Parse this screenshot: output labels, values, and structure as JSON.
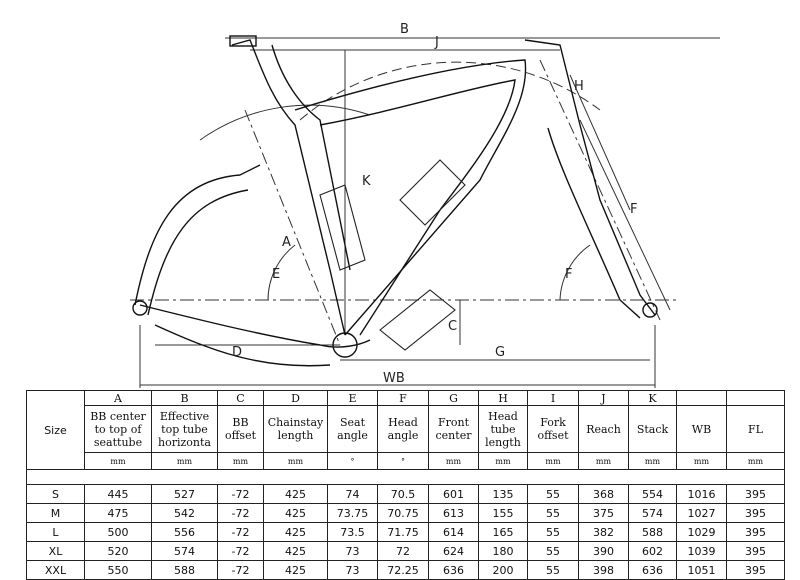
{
  "dimension_labels": {
    "A": "A",
    "B": "B",
    "C": "C",
    "D": "D",
    "E": "E",
    "F": "F",
    "G": "G",
    "H": "H",
    "J": "J",
    "K": "K",
    "WB": "WB",
    "FL": "FL"
  },
  "table": {
    "size_header": "Size",
    "columns": [
      {
        "letter": "A",
        "name": "BB center to top of seattube",
        "unit": "mm"
      },
      {
        "letter": "B",
        "name": "Effective top tube horizonta",
        "unit": "mm"
      },
      {
        "letter": "C",
        "name": "BB offset",
        "unit": "mm"
      },
      {
        "letter": "D",
        "name": "Chainstay length",
        "unit": "mm"
      },
      {
        "letter": "E",
        "name": "Seat angle",
        "unit": "°"
      },
      {
        "letter": "F",
        "name": "Head angle",
        "unit": "°"
      },
      {
        "letter": "G",
        "name": "Front center",
        "unit": "mm"
      },
      {
        "letter": "H",
        "name": "Head tube length",
        "unit": "mm"
      },
      {
        "letter": "I",
        "name": "Fork offset",
        "unit": "mm"
      },
      {
        "letter": "J",
        "name": "Reach",
        "unit": "mm"
      },
      {
        "letter": "K",
        "name": "Stack",
        "unit": "mm"
      },
      {
        "letter": "",
        "name": "WB",
        "unit": "mm"
      },
      {
        "letter": "",
        "name": "FL",
        "unit": "mm"
      }
    ],
    "rows": [
      {
        "size": "S",
        "values": [
          "445",
          "527",
          "-72",
          "425",
          "74",
          "70.5",
          "601",
          "135",
          "55",
          "368",
          "554",
          "1016",
          "395"
        ]
      },
      {
        "size": "M",
        "values": [
          "475",
          "542",
          "-72",
          "425",
          "73.75",
          "70.75",
          "613",
          "155",
          "55",
          "375",
          "574",
          "1027",
          "395"
        ]
      },
      {
        "size": "L",
        "values": [
          "500",
          "556",
          "-72",
          "425",
          "73.5",
          "71.75",
          "614",
          "165",
          "55",
          "382",
          "588",
          "1029",
          "395"
        ]
      },
      {
        "size": "XL",
        "values": [
          "520",
          "574",
          "-72",
          "425",
          "73",
          "72",
          "624",
          "180",
          "55",
          "390",
          "602",
          "1039",
          "395"
        ]
      },
      {
        "size": "XXL",
        "values": [
          "550",
          "588",
          "-72",
          "425",
          "73",
          "72.25",
          "636",
          "200",
          "55",
          "398",
          "636",
          "1051",
          "395"
        ]
      }
    ]
  }
}
